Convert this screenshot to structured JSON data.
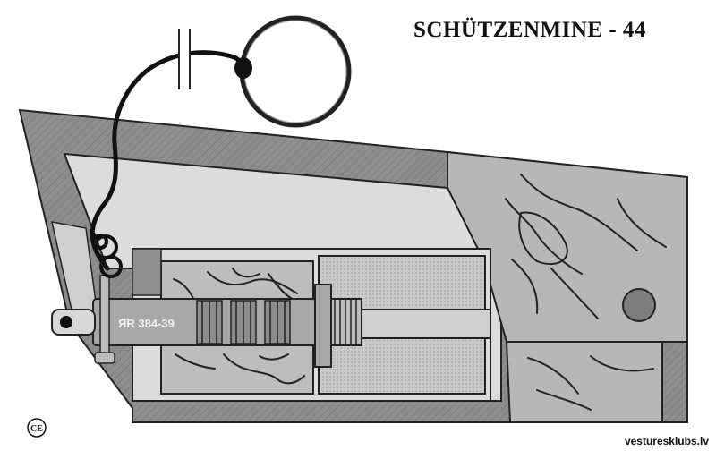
{
  "title": "SCHÜTZENMINE - 44",
  "body_marking": "ЯR 384-39",
  "badge_glyph": "CE",
  "credit": "vesturesklubs.lv",
  "colors": {
    "casing": "#8e8e8e",
    "wood_cavity": "#b5b5b5",
    "light_panel": "#dcdcdc",
    "fuze_body": "#a7a7a7",
    "cord": "#111111",
    "outline": "#222222"
  },
  "icons": [
    "pull-ring-icon",
    "ce-badge-icon"
  ]
}
